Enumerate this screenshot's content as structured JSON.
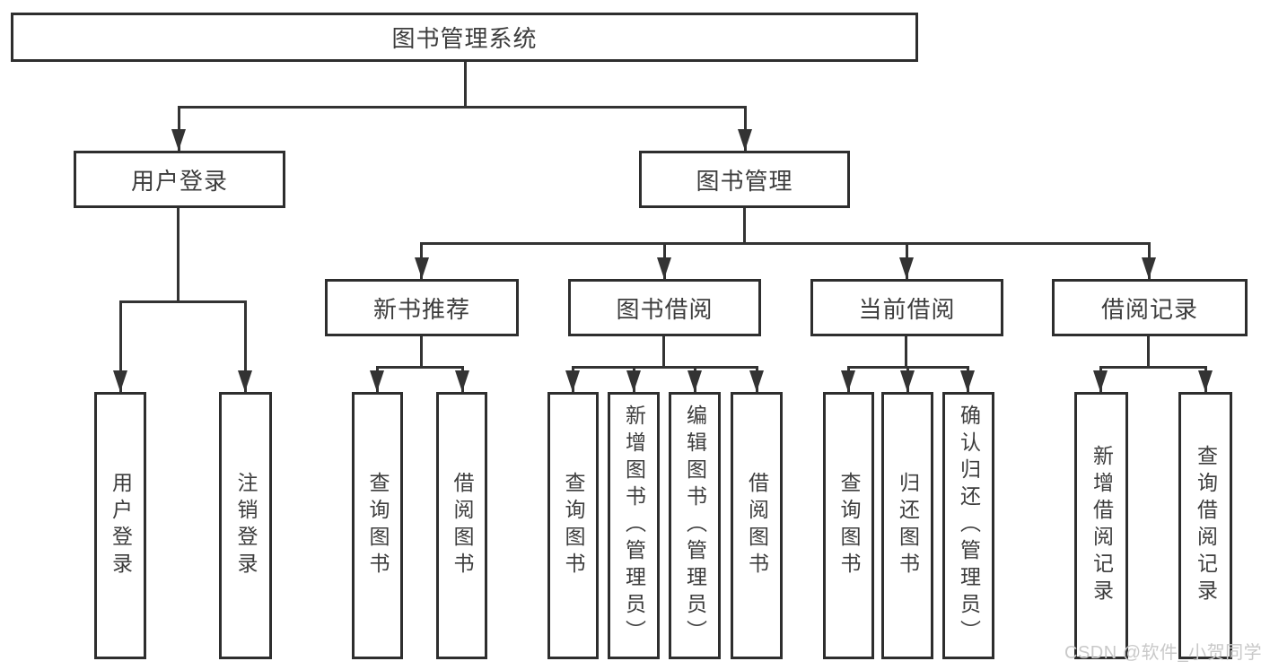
{
  "title": "图书管理系统",
  "branches": {
    "user_login": {
      "label": "用户登录",
      "leaves": [
        "用户登录",
        "注销登录"
      ]
    },
    "book_mgmt": {
      "label": "图书管理",
      "sections": {
        "new_book": {
          "label": "新书推荐",
          "leaves": [
            "查询图书",
            "借阅图书"
          ]
        },
        "book_borrow": {
          "label": "图书借阅",
          "leaves": [
            "查询图书",
            "新增图书（管理员）",
            "编辑图书（管理员）",
            "借阅图书"
          ]
        },
        "current_borrow": {
          "label": "当前借阅",
          "leaves": [
            "查询图书",
            "归还图书",
            "确认归还（管理员）"
          ]
        },
        "borrow_record": {
          "label": "借阅记录",
          "leaves": [
            "新增借阅记录",
            "查询借阅记录"
          ]
        }
      }
    }
  },
  "watermark": "CSDN @软件_小贺同学",
  "colors": {
    "line": "#333333",
    "box_border": "#2e2e2e",
    "text": "#3d3d3d",
    "watermark": "#c9c9c9",
    "background": "#ffffff"
  }
}
